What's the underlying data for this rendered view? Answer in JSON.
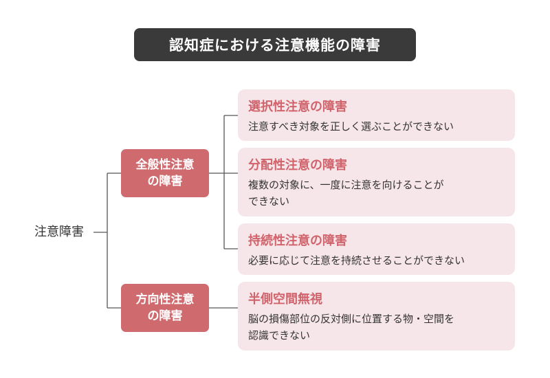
{
  "title": "認知症における注意機能の障害",
  "root": "注意障害",
  "categories": [
    {
      "line1": "全般性注意",
      "line2": "の障害"
    },
    {
      "line1": "方向性注意",
      "line2": "の障害"
    }
  ],
  "items": [
    {
      "title": "選択性注意の障害",
      "desc": "注意すべき対象を正しく選ぶことができない"
    },
    {
      "title": "分配性注意の障害",
      "desc": "複数の対象に、一度に注意を向けることが",
      "desc2": "できない"
    },
    {
      "title": "持続性注意の障害",
      "desc": "必要に応じて注意を持続させることができない"
    },
    {
      "title": "半側空間無視",
      "desc": "脳の損傷部位の反対側に位置する物・空間を",
      "desc2": "認識できない"
    }
  ],
  "colors": {
    "title_bg": "#3a3a3a",
    "category_bg": "#cf6b6f",
    "card_bg": "#f7e6e9",
    "card_title": "#d0636b",
    "connector": "#555555"
  }
}
